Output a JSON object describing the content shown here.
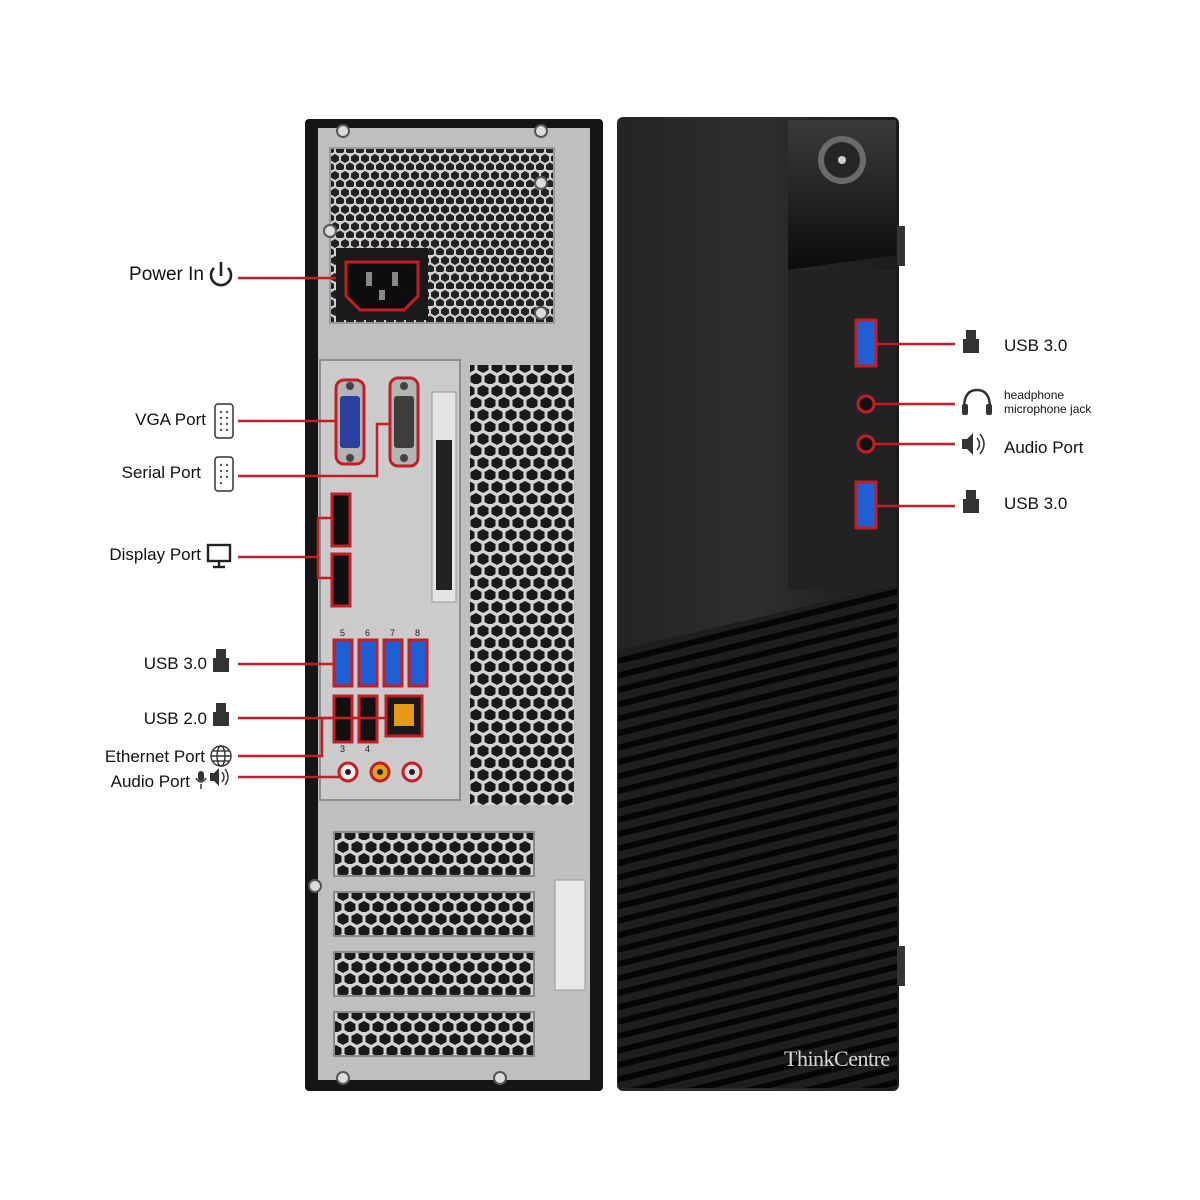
{
  "rear_labels": {
    "power_in": "Power In",
    "vga_port": "VGA Port",
    "serial_port": "Serial Port",
    "display_port": "Display Port",
    "usb3": "USB 3.0",
    "usb2": "USB 2.0",
    "ethernet_port": "Ethernet Port",
    "audio_port": "Audio Port"
  },
  "front_labels": {
    "usb3_top": "USB 3.0",
    "headphone_line1": "headphone",
    "headphone_line2": "microphone jack",
    "audio_port": "Audio Port",
    "usb3_bottom": "USB 3.0"
  },
  "panel_marks": {
    "usb_numbers": [
      "5",
      "6",
      "7",
      "8"
    ],
    "usb2_numbers": [
      "3",
      "4"
    ]
  },
  "brand": "ThinkCentre",
  "icons": [
    "power-icon",
    "vga-icon",
    "serial-icon",
    "monitor-icon",
    "usb-icon",
    "globe-icon",
    "microphone-icon",
    "speaker-icon",
    "headphone-icon"
  ],
  "colors": {
    "callout": "#c41e24",
    "chassis": "#1c1c1c",
    "metal": "#c9c9c9",
    "usb_blue": "#1f5fd6",
    "vga_blue": "#2a3f9e",
    "audio_orange": "#e0a21a"
  }
}
